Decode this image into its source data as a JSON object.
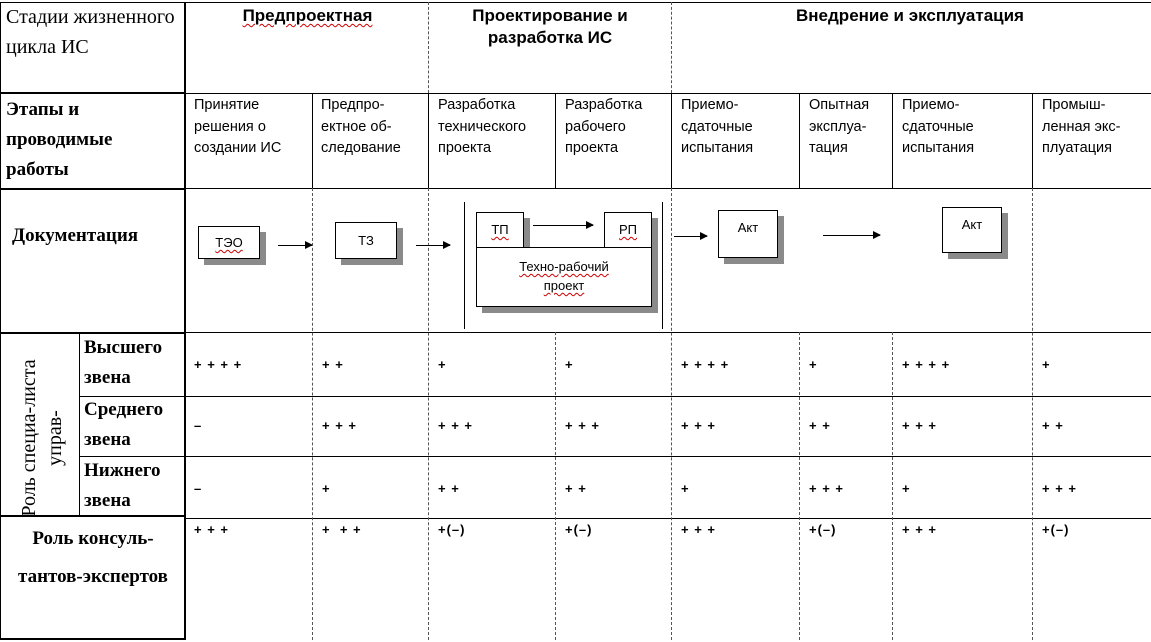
{
  "header": {
    "stages_label": "Стадии жизненного цикла ИС",
    "stage_1": "Предпроектная",
    "stage_2": "Проектирование и разработка ИС",
    "stage_3": "Внедрение и эксплуатация"
  },
  "row_labels": {
    "stages_works": "Этапы и проводимые работы",
    "documentation": "Документация",
    "role_group": "Роль специа-листа управ-",
    "top_level": "Высшего звена",
    "middle_level": "Среднего звена",
    "lower_level": "Нижнего звена",
    "consultants": "Роль консуль-тантов-экспертов"
  },
  "work_stages": [
    "Принятие решения о создании ИС",
    "Предпро-ектное об-следование",
    "Разработка технического проекта",
    "Разработка рабочего проекта",
    "Приемо-сдаточные испытания",
    "Опытная эксплуа-тация",
    "Приемо-сдаточные испытания",
    "Промыш-ленная экс-плуатация"
  ],
  "documents": {
    "teo": "ТЭО",
    "tz": "ТЗ",
    "tp": "ТП",
    "rp": "РП",
    "combined": "Техно-рабочий проект",
    "act_1": "Акт",
    "act_2": "Акт"
  },
  "roles": {
    "top": [
      "+ + + +",
      "+ +",
      "+",
      "+",
      "+ + + +",
      "+",
      "+ + + +",
      "+"
    ],
    "middle": [
      "–",
      "+ + +",
      "+ + +",
      "+ + +",
      "+ + +",
      "+ +",
      "+ + +",
      "+ +"
    ],
    "lower": [
      "–",
      "+",
      "+ +",
      "+ +",
      "+",
      "+ + +",
      "+",
      "+ + +"
    ],
    "consultants": [
      "+ + +",
      "+  + +",
      "+(–)",
      "+(–)",
      "+ + +",
      "+(–)",
      "+ + +",
      "+(–)"
    ]
  }
}
